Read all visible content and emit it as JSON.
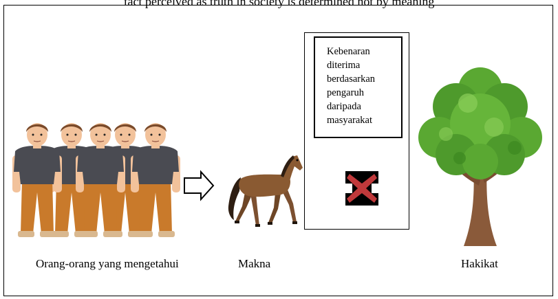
{
  "top_caption": "fact perceived as truth in society is determined not by meaning",
  "labels": {
    "people": "Orang-orang yang mengetahui",
    "meaning": "Makna",
    "essence": "Hakikat"
  },
  "note_box": {
    "text": "Kebenaran diterima berdasarkan pengaruh daripada masyarakat"
  },
  "icons": [
    "group-of-people",
    "arrow-right-icon",
    "horse",
    "cross-icon",
    "tree"
  ],
  "colors": {
    "shirt": "#4a4b52",
    "pants": "#c97a2b",
    "skin": "#f2c29b",
    "hair": "#7a4a2a",
    "horse": "#8a5a32",
    "cross": "#c0393b",
    "tree_leaves": "#5aa832",
    "trunk": "#8a5a3a"
  }
}
